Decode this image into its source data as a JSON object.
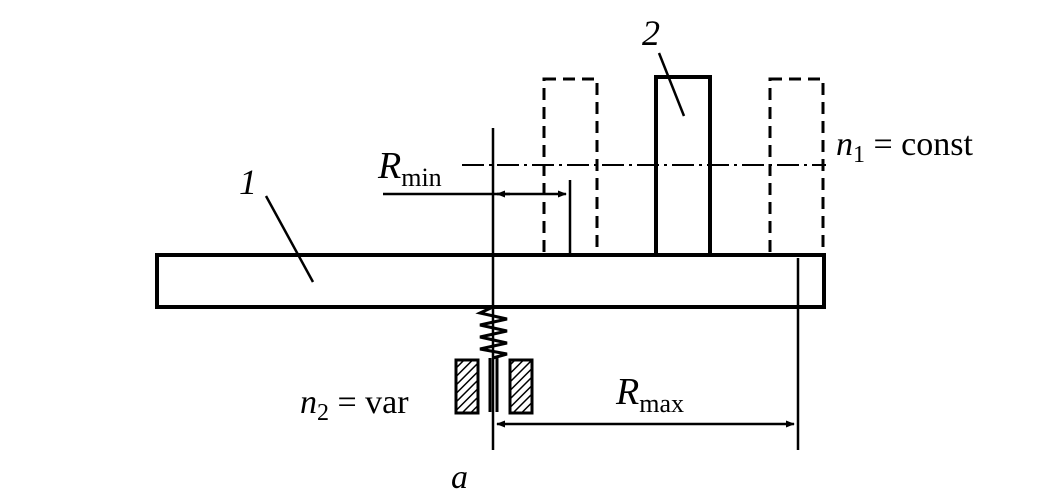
{
  "labels": {
    "part_1": "1",
    "part_2": "2",
    "r_min": "R",
    "r_min_sub": "min",
    "r_max": "R",
    "r_max_sub": "max",
    "n1": "n",
    "n1_sub": "1",
    "n1_rest": " = const",
    "n2": "n",
    "n2_sub": "2",
    "n2_rest": " = var",
    "figure_label": "a"
  },
  "colors": {
    "ink": "#000000",
    "background": "#ffffff"
  }
}
